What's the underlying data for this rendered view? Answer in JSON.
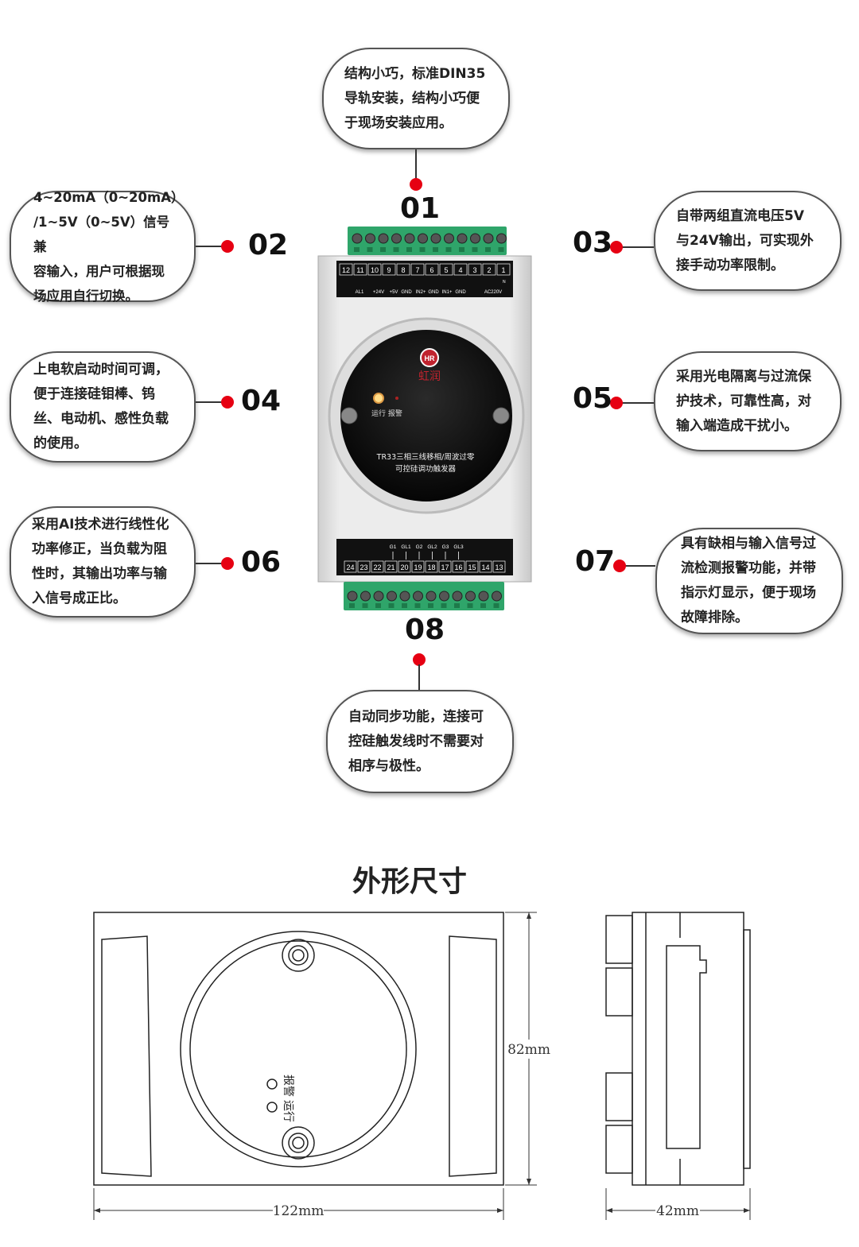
{
  "features": [
    {
      "number": "01",
      "text": "结构小巧，标准DIN35导轨安装，结构小巧便于现场安装应用。",
      "lines": [
        "结构小巧，标准DIN35",
        "导轨安装，结构小巧便",
        "于现场安装应用。"
      ]
    },
    {
      "number": "02",
      "text": "4~20mA（0~20mA）/1~5V（0~5V）信号兼容输入，用户可根据现场应用自行切换。",
      "lines": [
        "4~20mA（0~20mA）",
        "/1~5V（0~5V）信号兼",
        "容输入，用户可根据现",
        "场应用自行切换。"
      ]
    },
    {
      "number": "03",
      "text": "自带两组直流电压5V与24V输出，可实现外接手动功率限制。",
      "lines": [
        "自带两组直流电压5V",
        "与24V输出，可实现外",
        "接手动功率限制。"
      ]
    },
    {
      "number": "04",
      "text": "上电软启动时间可调，便于连接硅钼棒、钨丝、电动机、感性负载的使用。",
      "lines": [
        "上电软启动时间可调，",
        "便于连接硅钼棒、钨",
        "丝、电动机、感性负载",
        "的使用。"
      ]
    },
    {
      "number": "05",
      "text": "采用光电隔离与过流保护技术，可靠性高，对输入端造成干扰小。",
      "lines": [
        "采用光电隔离与过流保",
        "护技术，可靠性高，对",
        "输入端造成干扰小。"
      ]
    },
    {
      "number": "06",
      "text": "采用AI技术进行线性化功率修正，当负载为阻性时，其输出功率与输入信号成正比。",
      "lines": [
        "采用AI技术进行线性化",
        "功率修正，当负载为阻",
        "性时，其输出功率与输",
        "入信号成正比。"
      ]
    },
    {
      "number": "07",
      "text": "具有缺相与输入信号过流检测报警功能，并带指示灯显示，便于现场故障排除。",
      "lines": [
        "具有缺相与输入信号过",
        "流检测报警功能，并带",
        "指示灯显示，便于现场",
        "故障排除。"
      ]
    },
    {
      "number": "08",
      "text": "自动同步功能，连接可控硅触发线时不需要对相序与极性。",
      "lines": [
        "自动同步功能，连接可",
        "控硅触发线时不需要对",
        "相序与极性。"
      ]
    }
  ],
  "device": {
    "brand": "虹润",
    "logo": "HR",
    "model_line1": "TR33三相三线移相/周波过零",
    "model_line2": "可控硅调功触发器",
    "indicator_label": "运行 报警",
    "top_terminals": [
      "12",
      "11",
      "10",
      "9",
      "8",
      "7",
      "6",
      "5",
      "4",
      "3",
      "2",
      "1"
    ],
    "top_labels": [
      "AL1",
      "+24V",
      "+5V",
      "GND",
      "IN2+",
      "GND",
      "IN1+",
      "GND",
      "AC220V"
    ],
    "top_label_n": "N",
    "bottom_terminals": [
      "24",
      "23",
      "22",
      "21",
      "20",
      "19",
      "18",
      "17",
      "16",
      "15",
      "14",
      "13"
    ],
    "bottom_labels": [
      "G1",
      "GL1",
      "G2",
      "GL2",
      "G3",
      "GL3"
    ]
  },
  "dimensions": {
    "title": "外形尺寸",
    "width": "122mm",
    "height": "82mm",
    "depth": "42mm",
    "indicator_label_1": "运行",
    "indicator_label_2": "报警"
  },
  "colors": {
    "accent_red": "#e60012",
    "terminal_green": "#2fa56a",
    "panel_black": "#111111",
    "housing": "#e6e6e6"
  }
}
